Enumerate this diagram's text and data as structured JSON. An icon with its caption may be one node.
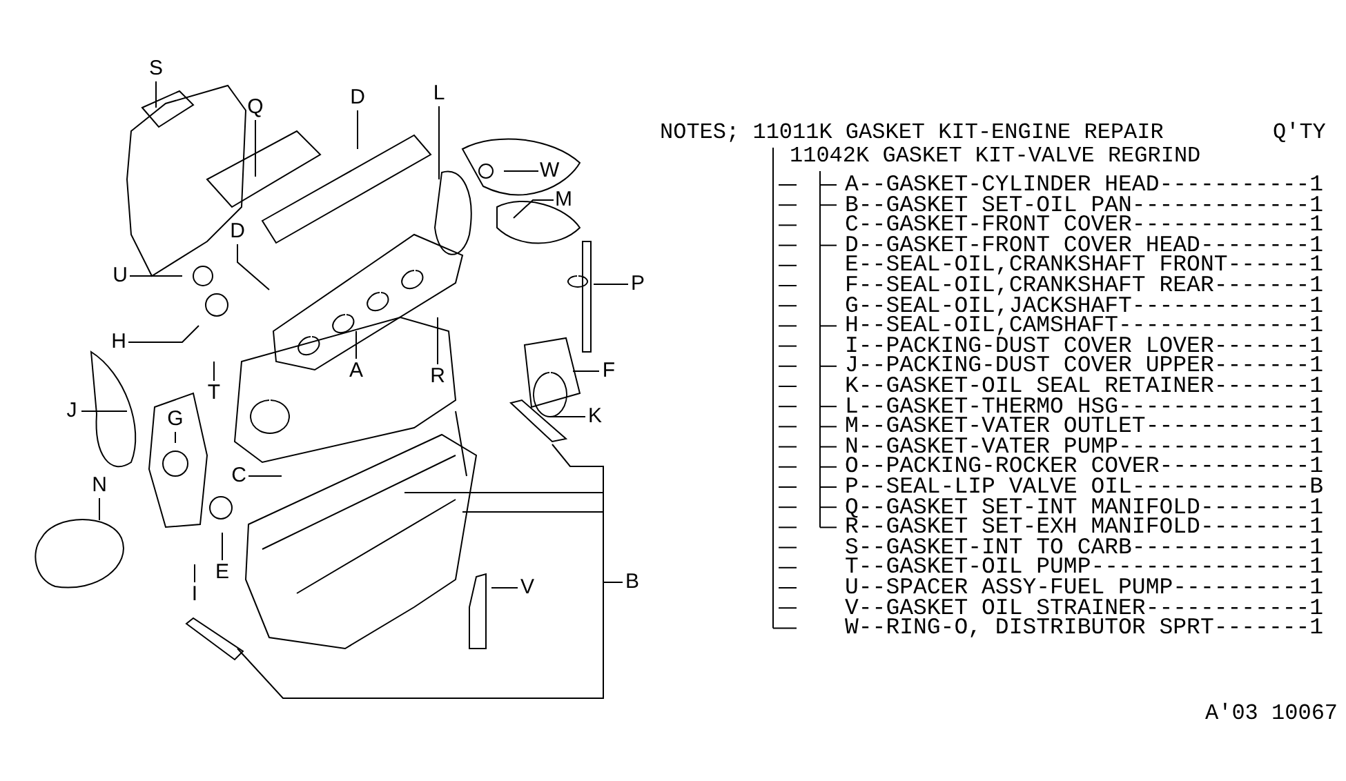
{
  "diagram": {
    "nodes": [
      {
        "text": [
          "S"
        ]
      },
      {
        "text": [
          "Q"
        ]
      },
      {
        "text": [
          "D"
        ]
      },
      {
        "text": [
          "L"
        ]
      },
      {
        "text": [
          "W"
        ]
      },
      {
        "text": [
          "M"
        ]
      },
      {
        "text": [
          "U"
        ]
      },
      {
        "text": [
          "D"
        ]
      },
      {
        "text": [
          "P"
        ]
      },
      {
        "text": [
          "H"
        ]
      },
      {
        "text": [
          "A"
        ]
      },
      {
        "text": [
          "R"
        ]
      },
      {
        "text": [
          "F"
        ]
      },
      {
        "text": [
          "J"
        ]
      },
      {
        "text": [
          "T"
        ]
      },
      {
        "text": [
          "K"
        ]
      },
      {
        "text": [
          "G"
        ]
      },
      {
        "text": [
          "N"
        ]
      },
      {
        "text": [
          "C"
        ]
      },
      {
        "text": [
          "E"
        ]
      },
      {
        "text": [
          "I"
        ]
      },
      {
        "text": [
          "V"
        ]
      },
      {
        "text": [
          "B"
        ]
      }
    ],
    "edges": [
      {
        "from": 0,
        "to": null,
        "arrow": "none"
      },
      {
        "from": 1,
        "to": null,
        "arrow": "none"
      },
      {
        "from": 2,
        "to": null,
        "arrow": "none"
      },
      {
        "from": 3,
        "to": null,
        "arrow": "none"
      },
      {
        "from": 4,
        "to": null,
        "arrow": "none"
      },
      {
        "from": 5,
        "to": null,
        "arrow": "none"
      },
      {
        "from": 6,
        "to": null,
        "arrow": "none"
      },
      {
        "from": 7,
        "to": null,
        "arrow": "none"
      },
      {
        "from": 8,
        "to": null,
        "arrow": "none"
      },
      {
        "from": 9,
        "to": null,
        "arrow": "none"
      },
      {
        "from": 10,
        "to": null,
        "arrow": "none"
      },
      {
        "from": 11,
        "to": null,
        "arrow": "none"
      },
      {
        "from": 12,
        "to": null,
        "arrow": "none"
      },
      {
        "from": 13,
        "to": null,
        "arrow": "none"
      },
      {
        "from": 14,
        "to": null,
        "arrow": "none"
      },
      {
        "from": 15,
        "to": null,
        "arrow": "none"
      },
      {
        "from": 16,
        "to": null,
        "arrow": "none"
      },
      {
        "from": 17,
        "to": null,
        "arrow": "none"
      },
      {
        "from": 18,
        "to": null,
        "arrow": "none"
      },
      {
        "from": 19,
        "to": null,
        "arrow": "none"
      },
      {
        "from": 20,
        "to": null,
        "arrow": "none"
      },
      {
        "from": 21,
        "to": null,
        "arrow": "none"
      },
      {
        "from": 22,
        "to": null,
        "arrow": "none"
      },
      {
        "from": 22,
        "to": null,
        "arrow": "none"
      },
      {
        "from": 22,
        "to": null,
        "arrow": "none"
      },
      {
        "from": 22,
        "to": null,
        "arrow": "none"
      }
    ],
    "labels": [
      "NOTES; 11011K GASKET KIT-ENGINE REPAIR",
      "Q'TY",
      "11042K GASKET KIT-VALVE REGRIND",
      "A--GASKET-CYLINDER HEAD-----------1",
      "B--GASKET SET-OIL PAN-------------1",
      "C--GASKET-FRONT COVER-------------1",
      "D--GASKET-FRONT COVER HEAD--------1",
      "E--SEAL-OIL,CRANKSHAFT FRONT------1",
      "F--SEAL-OIL,CRANKSHAFT REAR-------1",
      "G--SEAL-OIL,JACKSHAFT-------------1",
      "H--SEAL-OIL,CAMSHAFT--------------1",
      "I--PACKING-DUST COVER LOVER-------1",
      "J--PACKING-DUST COVER UPPER-------1",
      "K--GASKET-OIL SEAL RETAINER-------1",
      "L--GASKET-THERMO HSG--------------1",
      "M--GASKET-VATER OUTLET------------1",
      "N--GASKET-VATER PUMP--------------1",
      "O--PACKING-ROCKER COVER-----------1",
      "P--SEAL-LIP VALVE OIL-------------B",
      "Q--GASKET SET-INT MANIFOLD--------1",
      "R--GASKET SET-EXH MANIFOLD--------1",
      "S--GASKET-INT TO CARB-------------1",
      "T--GASKET-OIL PUMP----------------1",
      "U--SPACER ASSY-FUEL PUMP----------1",
      "V--GASKET OIL STRAINER------------1",
      "W--RING-O, DISTRIBUTOR SPRT-------1",
      "A'03 10067"
    ]
  }
}
